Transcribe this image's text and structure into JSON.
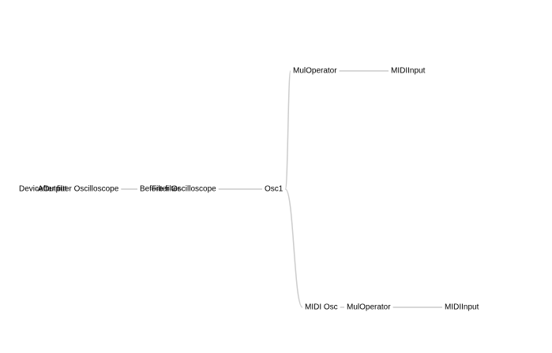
{
  "graph": {
    "nodes": [
      {
        "id": "n1",
        "label": "DeviceOutput"
      },
      {
        "id": "n2",
        "label": "After filter Oscilloscope"
      },
      {
        "id": "n3",
        "label": "Before filter"
      },
      {
        "id": "n4",
        "label": "Filter Oscilloscope"
      },
      {
        "id": "n5",
        "label": "Osc1"
      },
      {
        "id": "n6",
        "label": "MulOperator"
      },
      {
        "id": "n7",
        "label": "MIDIInput"
      },
      {
        "id": "n8",
        "label": "MIDI Osc"
      },
      {
        "id": "n9",
        "label": "MulOperator"
      },
      {
        "id": "n10",
        "label": "MIDIInput"
      }
    ],
    "links": [
      {
        "source": "n1",
        "target": "n2"
      },
      {
        "source": "n2",
        "target": "n3"
      },
      {
        "source": "n3",
        "target": "n4"
      },
      {
        "source": "n4",
        "target": "n5"
      },
      {
        "source": "n5",
        "target": "n6"
      },
      {
        "source": "n6",
        "target": "n7"
      },
      {
        "source": "n5",
        "target": "n8"
      },
      {
        "source": "n8",
        "target": "n9"
      },
      {
        "source": "n9",
        "target": "n10"
      }
    ]
  }
}
